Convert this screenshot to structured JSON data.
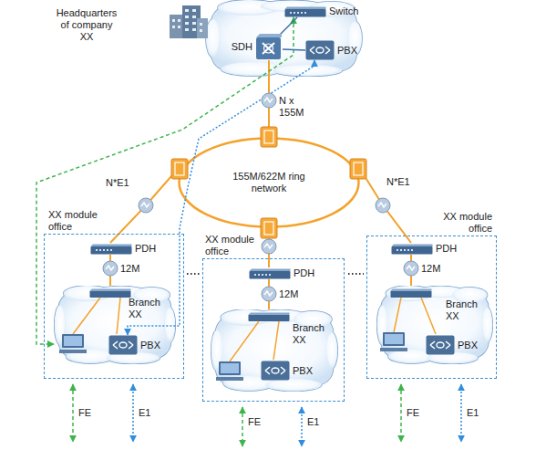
{
  "diagram": {
    "nodes": [
      {
        "text": [
          "Headquarters of company XX"
        ]
      },
      {
        "text": [
          "Switch"
        ],
        "in": 0
      },
      {
        "text": [
          "SDH"
        ],
        "in": 0
      },
      {
        "text": [
          "PBX"
        ],
        "in": 0
      },
      {
        "text": [
          "155M/622M ring network"
        ]
      },
      {
        "text": [
          "XX module office"
        ]
      },
      {
        "text": [
          "PDH"
        ],
        "in": 5
      },
      {
        "text": [
          "Branch XX"
        ],
        "in": 5
      },
      {
        "text": [
          "PBX"
        ],
        "in": 7
      },
      {
        "text": [
          "XX module office"
        ]
      },
      {
        "text": [
          "PDH"
        ],
        "in": 9
      },
      {
        "text": [
          "Branch XX"
        ],
        "in": 9
      },
      {
        "text": [
          "PBX"
        ],
        "in": 11
      },
      {
        "text": [
          "XX module office"
        ]
      },
      {
        "text": [
          "PDH"
        ],
        "in": 13
      },
      {
        "text": [
          "Branch XX"
        ],
        "in": 13
      },
      {
        "text": [
          "PBX"
        ],
        "in": 15
      }
    ],
    "edges": [
      {
        "from": 2,
        "to": 4,
        "label": "N x 155M",
        "arrow": "none"
      },
      {
        "from": 4,
        "to": 6,
        "label": "N*E1",
        "arrow": "none"
      },
      {
        "from": 4,
        "to": 10,
        "arrow": "none"
      },
      {
        "from": 4,
        "to": 14,
        "label": "N*E1",
        "arrow": "none"
      },
      {
        "from": 6,
        "to": 7,
        "label": "12M",
        "arrow": "none"
      },
      {
        "from": 10,
        "to": 11,
        "label": "12M",
        "arrow": "none"
      },
      {
        "from": 14,
        "to": 15,
        "label": "12M",
        "arrow": "none"
      },
      {
        "from": 1,
        "to": 7,
        "arrow": "both"
      },
      {
        "from": 3,
        "to": 8,
        "arrow": "both"
      }
    ],
    "labels": [
      "FE",
      "E1",
      "FE",
      "E1",
      "FE",
      "E1"
    ]
  }
}
